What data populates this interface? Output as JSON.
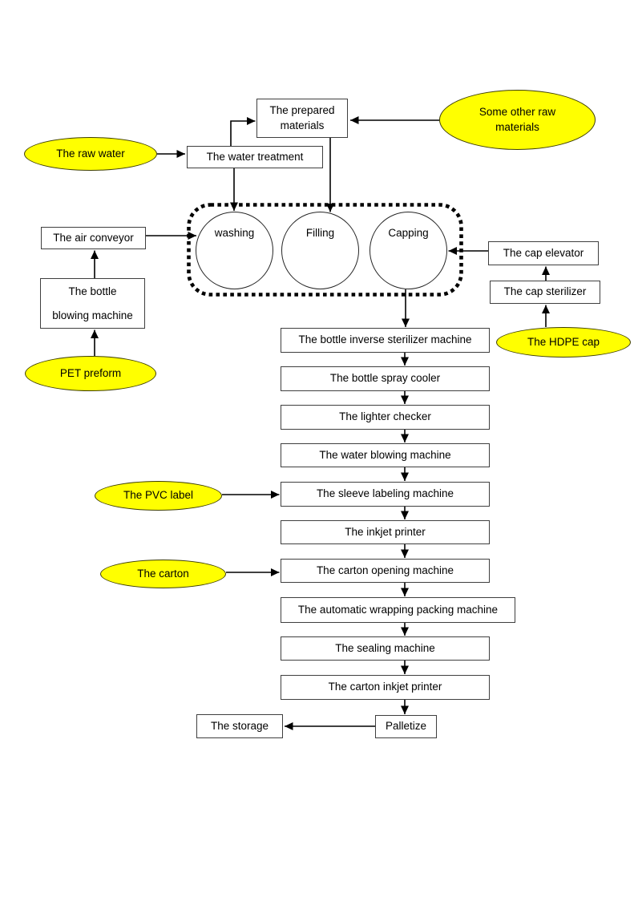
{
  "diagram": {
    "type": "flowchart",
    "description": "Bottled water production line flow chart",
    "colors": {
      "background": "#ffffff",
      "input_ellipse_fill": "#ffff00",
      "process_box_fill": "#ffffff",
      "box_border": "#3f3f3f",
      "line": "#000000"
    },
    "nodes": {
      "raw_water": {
        "label": "The raw water",
        "shape": "ellipse"
      },
      "prepared_materials": {
        "label": "The prepared materials",
        "shape": "rect"
      },
      "some_other_raw_materials": {
        "label": "Some other raw materials",
        "shape": "ellipse"
      },
      "water_treatment": {
        "label": "The water treatment",
        "shape": "rect"
      },
      "air_conveyor": {
        "label": "The air conveyor",
        "shape": "rect"
      },
      "bottle_blowing_machine": {
        "label": "The bottle blowing machine",
        "label_lines": [
          "The bottle",
          "blowing machine"
        ],
        "shape": "rect"
      },
      "pet_preform": {
        "label": "PET preform",
        "shape": "ellipse"
      },
      "washing": {
        "label": "washing",
        "shape": "circle"
      },
      "filling": {
        "label": "Filling",
        "shape": "circle"
      },
      "capping": {
        "label": "Capping",
        "shape": "circle"
      },
      "cap_elevator": {
        "label": "The cap elevator",
        "shape": "rect"
      },
      "cap_sterilizer": {
        "label": "The cap sterilizer",
        "shape": "rect"
      },
      "hdpe_cap": {
        "label": "The HDPE cap",
        "shape": "ellipse"
      },
      "bottle_inverse_sterilizer_machine": {
        "label": "The bottle inverse sterilizer machine",
        "shape": "rect"
      },
      "bottle_spray_cooler": {
        "label": "The bottle spray cooler",
        "shape": "rect"
      },
      "lighter_checker": {
        "label": "The lighter checker",
        "shape": "rect"
      },
      "water_blowing_machine": {
        "label": "The water blowing machine",
        "shape": "rect"
      },
      "pvc_label": {
        "label": "The PVC label",
        "shape": "ellipse"
      },
      "sleeve_labeling_machine": {
        "label": "The sleeve labeling machine",
        "shape": "rect"
      },
      "inkjet_printer": {
        "label": "The inkjet printer",
        "shape": "rect"
      },
      "carton": {
        "label": "The carton",
        "shape": "ellipse"
      },
      "carton_opening_machine": {
        "label": "The carton opening machine",
        "shape": "rect"
      },
      "automatic_wrapping_packing_machine": {
        "label": "The automatic wrapping packing machine",
        "shape": "rect"
      },
      "sealing_machine": {
        "label": "The sealing machine",
        "shape": "rect"
      },
      "carton_inkjet_printer": {
        "label": "The carton inkjet printer",
        "shape": "rect"
      },
      "palletize": {
        "label": "Palletize",
        "shape": "rect"
      },
      "storage": {
        "label": "The storage",
        "shape": "rect"
      }
    },
    "edges": [
      {
        "from": "raw_water",
        "to": "water_treatment"
      },
      {
        "from": "water_treatment",
        "to": "prepared_materials"
      },
      {
        "from": "some_other_raw_materials",
        "to": "prepared_materials"
      },
      {
        "from": "water_treatment",
        "to": "washing"
      },
      {
        "from": "prepared_materials",
        "to": "filling"
      },
      {
        "from": "pet_preform",
        "to": "bottle_blowing_machine"
      },
      {
        "from": "bottle_blowing_machine",
        "to": "air_conveyor"
      },
      {
        "from": "air_conveyor",
        "to": "washing"
      },
      {
        "from": "hdpe_cap",
        "to": "cap_sterilizer"
      },
      {
        "from": "cap_sterilizer",
        "to": "cap_elevator"
      },
      {
        "from": "cap_elevator",
        "to": "capping"
      },
      {
        "from": "capping",
        "to": "bottle_inverse_sterilizer_machine"
      },
      {
        "from": "bottle_inverse_sterilizer_machine",
        "to": "bottle_spray_cooler"
      },
      {
        "from": "bottle_spray_cooler",
        "to": "lighter_checker"
      },
      {
        "from": "lighter_checker",
        "to": "water_blowing_machine"
      },
      {
        "from": "water_blowing_machine",
        "to": "sleeve_labeling_machine"
      },
      {
        "from": "pvc_label",
        "to": "sleeve_labeling_machine"
      },
      {
        "from": "sleeve_labeling_machine",
        "to": "inkjet_printer"
      },
      {
        "from": "inkjet_printer",
        "to": "carton_opening_machine"
      },
      {
        "from": "carton",
        "to": "carton_opening_machine"
      },
      {
        "from": "carton_opening_machine",
        "to": "automatic_wrapping_packing_machine"
      },
      {
        "from": "automatic_wrapping_packing_machine",
        "to": "sealing_machine"
      },
      {
        "from": "sealing_machine",
        "to": "carton_inkjet_printer"
      },
      {
        "from": "carton_inkjet_printer",
        "to": "palletize"
      },
      {
        "from": "palletize",
        "to": "storage"
      }
    ]
  }
}
